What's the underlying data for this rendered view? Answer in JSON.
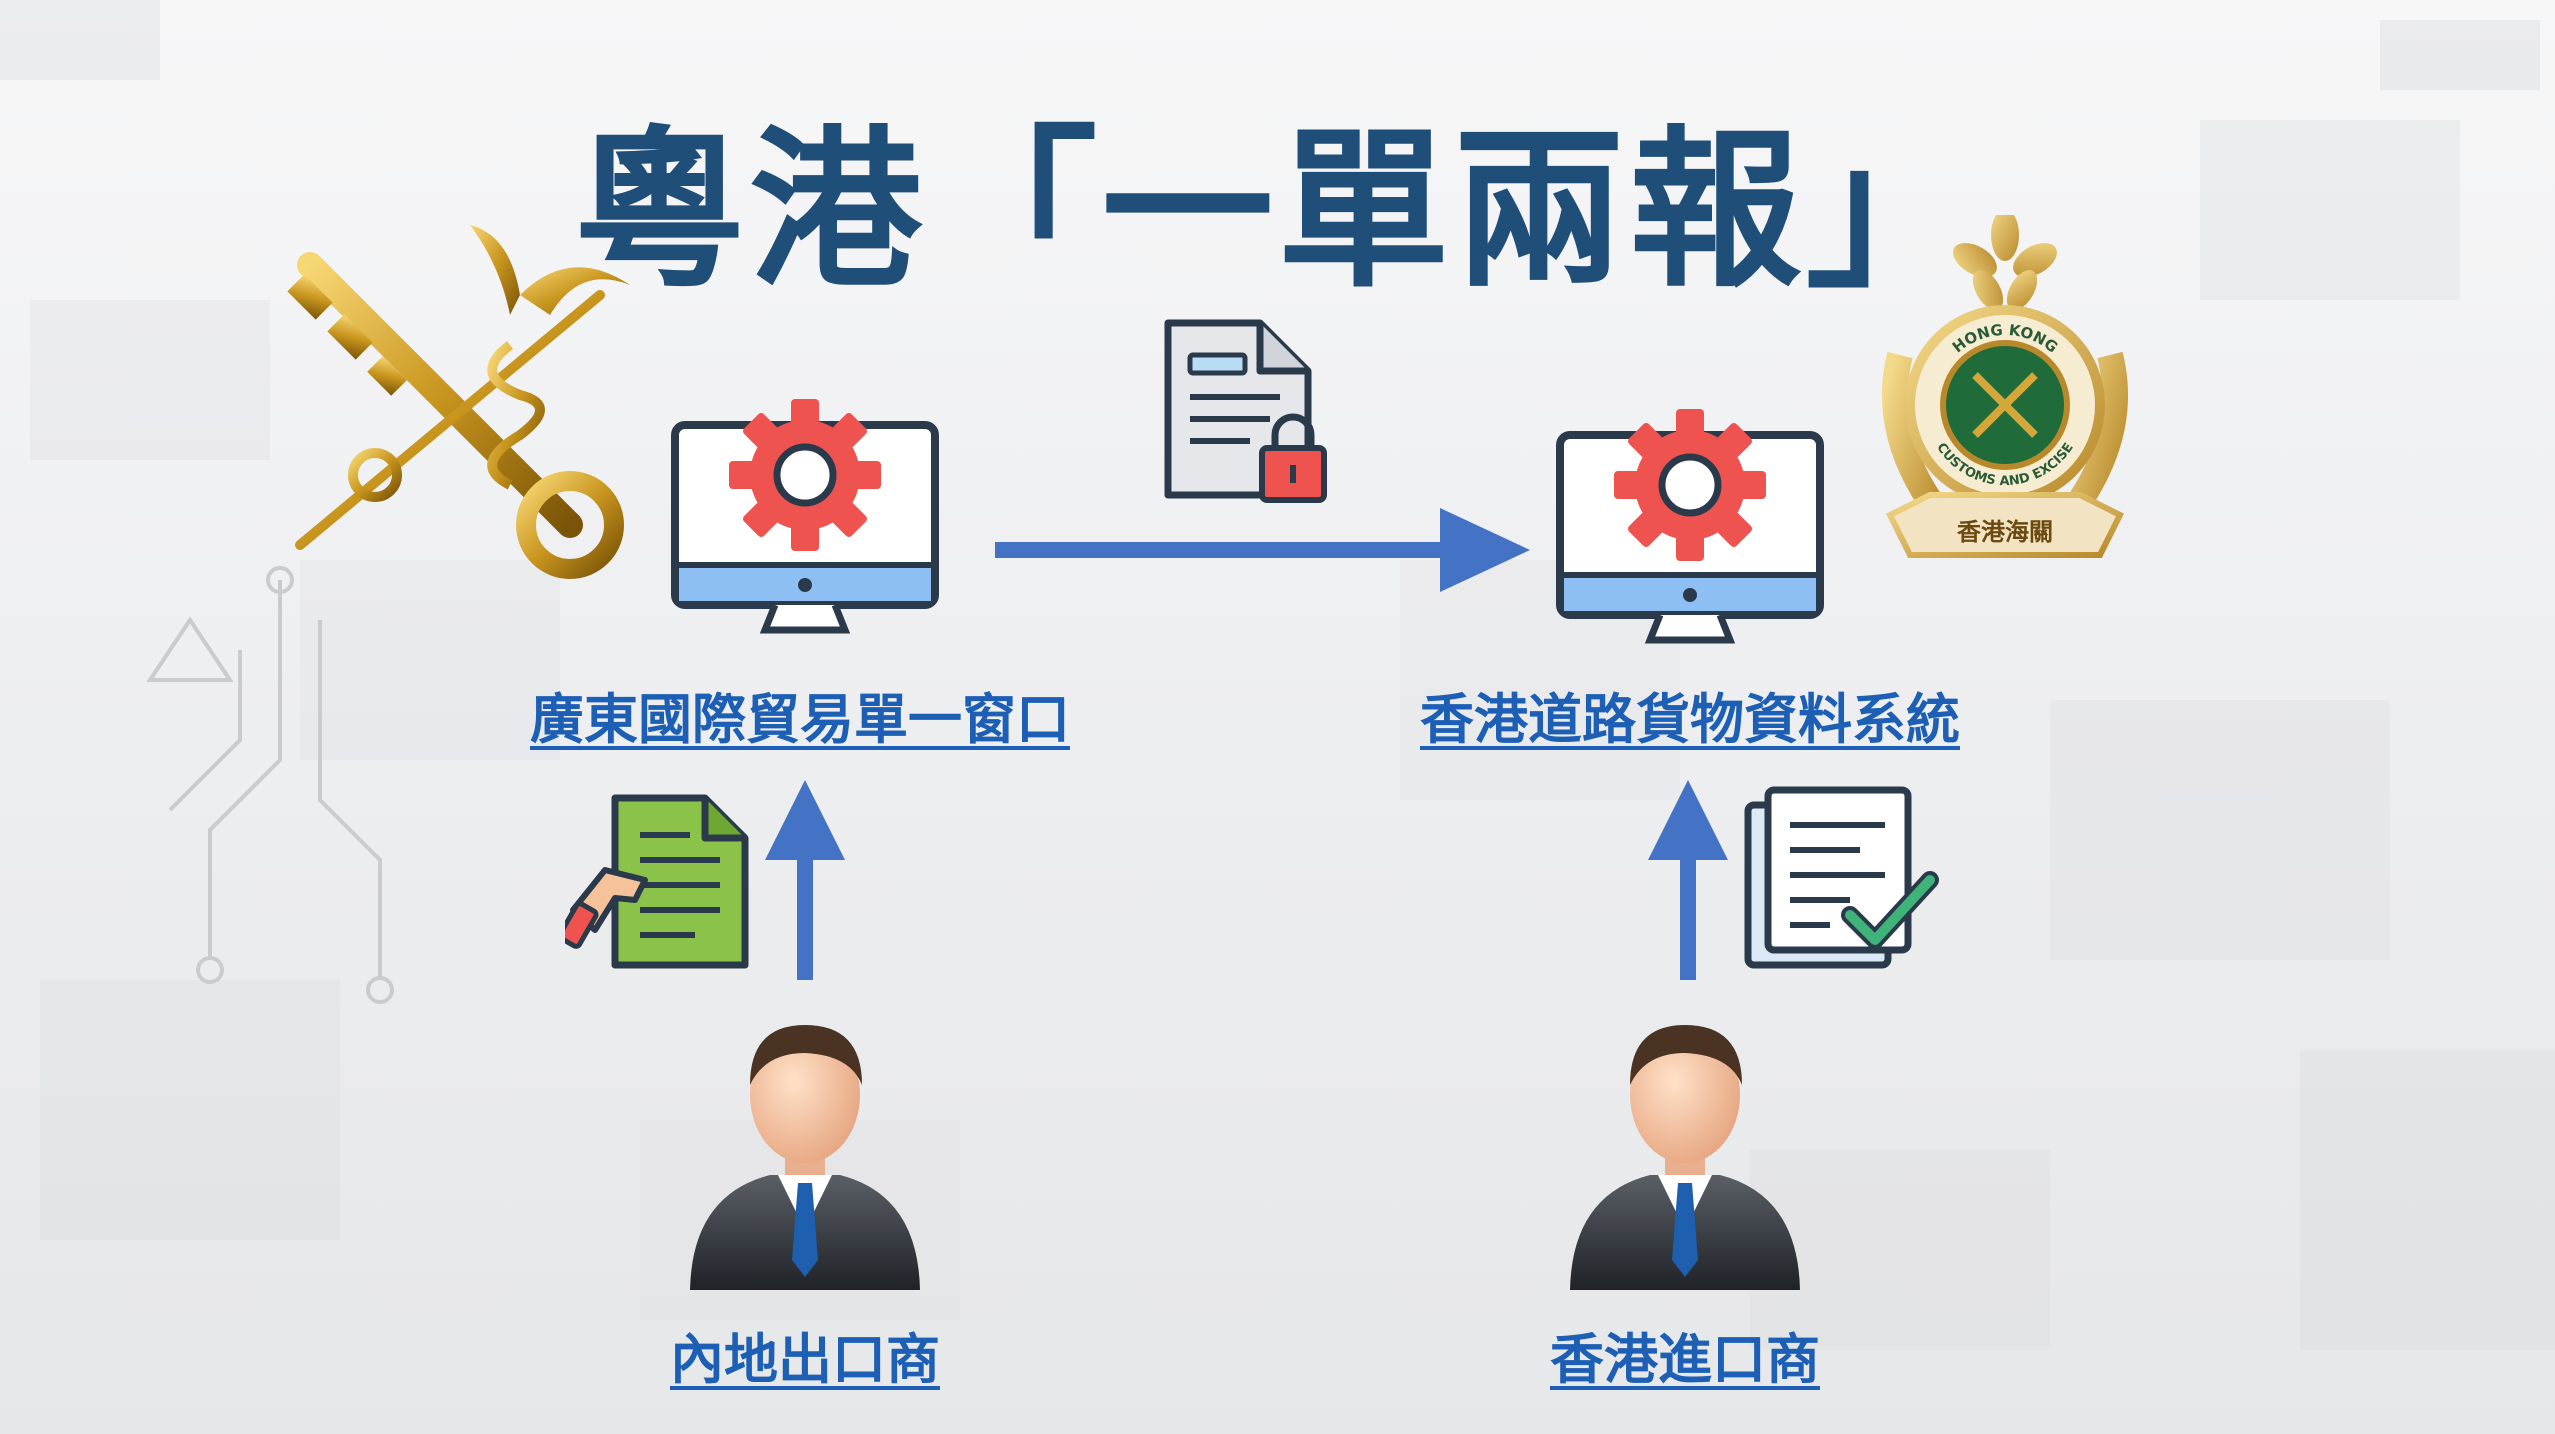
{
  "title": "粵港「一單兩報」",
  "nodes": {
    "gd_window": "廣東國際貿易單一窗口",
    "hk_system": "香港道路貨物資料系統",
    "exporter": "內地出口商",
    "importer": "香港進口商"
  },
  "emblems": {
    "wco": "customs-keys-caduceus-emblem",
    "hk_customs": {
      "ring_top": "HONG KONG",
      "ring_bottom": "CUSTOMS AND EXCISE",
      "ribbon": "香港海關"
    }
  },
  "colors": {
    "title": "#1f4e79",
    "link": "#1d5fb5",
    "arrow": "#4472c4",
    "gear": "#ef5350",
    "monitor_outline": "#2b3a4b"
  }
}
